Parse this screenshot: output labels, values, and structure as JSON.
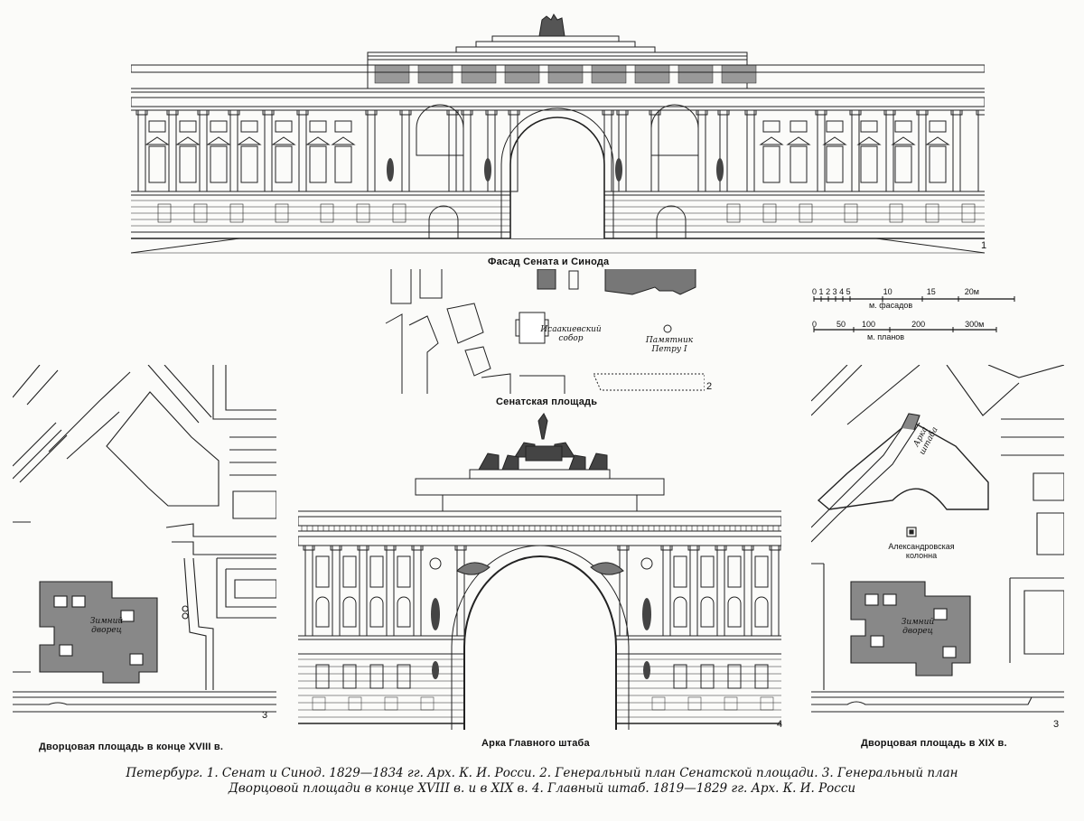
{
  "figures": {
    "senate": {
      "caption": "Фасад Сената и Синода",
      "number": "1"
    },
    "senate_square": {
      "caption": "Сенатская площадь",
      "number": "2",
      "label_cathedral": "Исаакиевский собор",
      "label_monument": "Памятник Петру I"
    },
    "palace_18": {
      "caption": "Дворцовая площадь в конце XVIII в.",
      "number": "3",
      "label_palace": "Зимний дворец"
    },
    "arch": {
      "caption": "Арка Главного штаба",
      "number": "4"
    },
    "palace_19": {
      "caption": "Дворцовая площадь в XIX в.",
      "number": "3",
      "label_palace": "Зимний дворец",
      "label_column": "Александровская колонна",
      "label_arch": "Арка штаба"
    }
  },
  "scales": {
    "facades": {
      "ticks": [
        "0",
        "1",
        "2",
        "3",
        "4",
        "5",
        "10",
        "15",
        "20м"
      ],
      "unit": "м. фасадов"
    },
    "plans": {
      "ticks": [
        "0",
        "50",
        "100",
        "200",
        "300м"
      ],
      "unit": "м. планов"
    }
  },
  "main_caption": {
    "line1": "Петербург. 1. Сенат и Синод. 1829—1834 гг. Арх. К. И. Росси. 2. Генеральный план Сенатской площади. 3. Генеральный план",
    "line2": "Дворцовой площади в конце XVIII в. и в XIX в. 4. Главный штаб. 1819—1829 гг. Арх. К. И. Росси"
  }
}
